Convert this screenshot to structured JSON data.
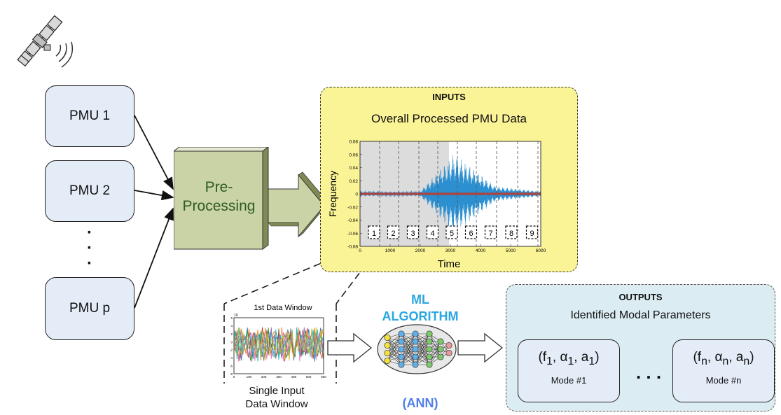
{
  "pmus": [
    "PMU 1",
    "PMU 2",
    "PMU p"
  ],
  "preprocessing": {
    "label_line1": "Pre-",
    "label_line2": "Processing"
  },
  "inputs": {
    "heading": "INPUTS",
    "chart_title": "Overall Processed PMU Data",
    "xlabel": "Time",
    "ylabel": "Frequency",
    "yticks": [
      "0.08",
      "0.06",
      "0.04",
      "0.02",
      "0",
      "-0.02",
      "-0.04",
      "-0.06",
      "-0.08"
    ],
    "xticks": [
      "0",
      "1000",
      "2000",
      "3000",
      "4000",
      "5000",
      "6000"
    ],
    "windows": [
      "1",
      "2",
      "3",
      "4",
      "5",
      "6",
      "7",
      "8",
      "9"
    ]
  },
  "single_window": {
    "title": "1st Data Window",
    "exponent": "10",
    "caption_line1": "Single Input",
    "caption_line2": "Data Window",
    "yticks": [
      "6",
      "4",
      "2",
      "0",
      "-2",
      "-4",
      "-6",
      "-8"
    ],
    "xticks": [
      "0",
      "100",
      "200",
      "300",
      "400",
      "500",
      "600"
    ]
  },
  "ml": {
    "line1": "ML",
    "line2": "ALGORITHM",
    "ann": "(ANN)"
  },
  "outputs": {
    "heading": "OUTPUTS",
    "subtitle": "Identified Modal Parameters",
    "mode1_label": "Mode #1",
    "moden_label": "Mode #n",
    "ellipsis": ". . ."
  },
  "colors": {
    "pmu_fill": "#e4ecf7",
    "inputs_fill": "#fbf496",
    "outputs_fill": "#dbedf2",
    "prep_fill": "#c9d3a6",
    "prep_text": "#2f5d1e",
    "ml_text": "#2aa7e0",
    "ann_text": "#4f7fe8",
    "signal": "#2b8fd0"
  }
}
